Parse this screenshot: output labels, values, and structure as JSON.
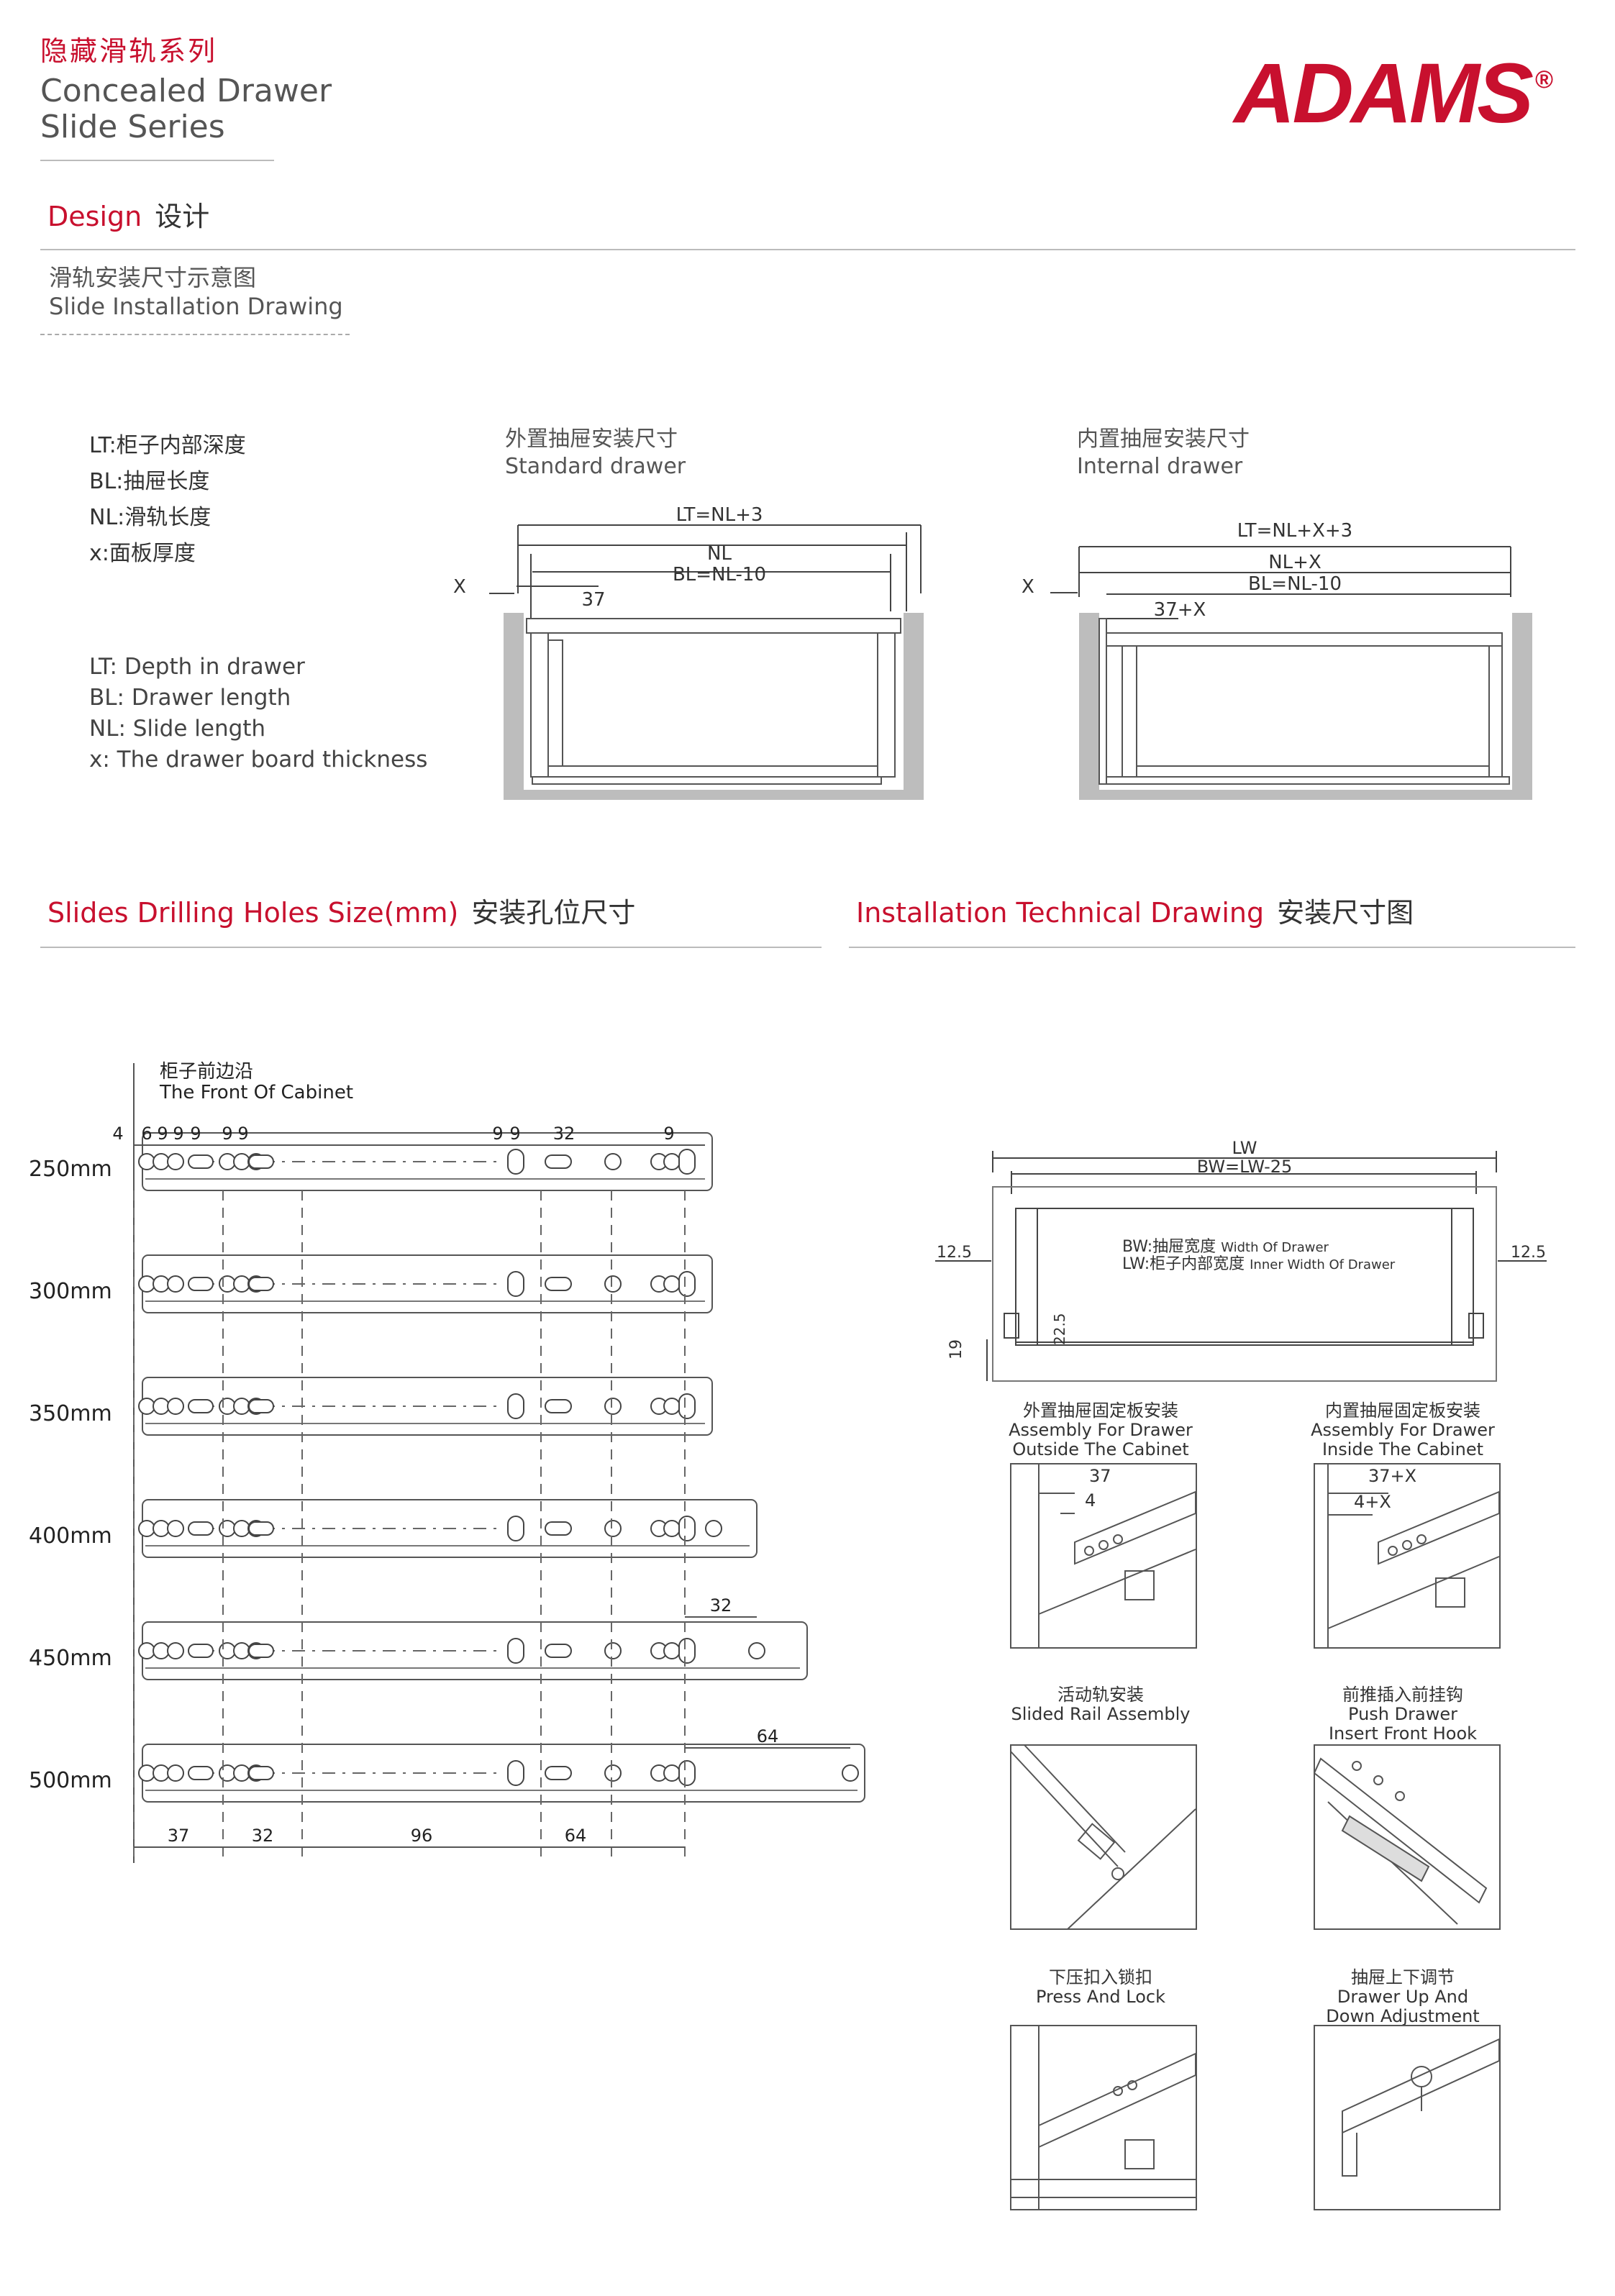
{
  "header": {
    "title_cn": "隐藏滑轨系列",
    "title_en_1": "Concealed Drawer",
    "title_en_2": "Slide Series",
    "logo": "ADAMS",
    "logo_mark": "®"
  },
  "design": {
    "title_en": "Design",
    "title_cn": "设计",
    "sub_cn": "滑轨安装尺寸示意图",
    "sub_en": "Slide Installation Drawing"
  },
  "legend_cn": [
    "LT:柜子内部深度",
    "BL:抽屉长度",
    "NL:滑轨长度",
    "x:面板厚度"
  ],
  "legend_en": [
    "LT: Depth in drawer",
    "BL: Drawer length",
    "NL: Slide length",
    "x: The drawer board thickness"
  ],
  "standard": {
    "title_cn": "外置抽屉安装尺寸",
    "title_en": "Standard drawer",
    "dims": [
      "LT=NL+3",
      "NL",
      "BL=NL-10",
      "37",
      "X"
    ]
  },
  "internal": {
    "title_cn": "内置抽屉安装尺寸",
    "title_en": "Internal drawer",
    "dims": [
      "LT=NL+X+3",
      "NL+X",
      "BL=NL-10",
      "37+X",
      "X"
    ]
  },
  "drill": {
    "title_en": "Slides Drilling Holes Size(mm)",
    "title_cn": "安装孔位尺寸",
    "front_cn": "柜子前边沿",
    "front_en": "The Front Of Cabinet",
    "top_dims": [
      "4",
      "6",
      "9",
      "9",
      "9",
      "9",
      "9",
      "9",
      "9",
      "32",
      "9"
    ],
    "bottom_dims": [
      "37",
      "32",
      "96",
      "64"
    ],
    "extra_dims": [
      "32",
      "64"
    ],
    "sizes": [
      "250mm",
      "300mm",
      "350mm",
      "400mm",
      "450mm",
      "500mm"
    ]
  },
  "install": {
    "title_en": "Installation Technical Drawing",
    "title_cn": "安装尺寸图",
    "lw": "LW",
    "bw": "BW=LW-25",
    "dim_left": "12.5",
    "dim_right": "12.5",
    "dim_19": "19",
    "dim_22": "22.5",
    "note_1_cn": "BW:抽屉宽度",
    "note_1_en": "Width Of Drawer",
    "note_2_cn": "LW:柜子内部宽度",
    "note_2_en": "Inner Width Of Drawer"
  },
  "steps": [
    {
      "cn": "外置抽屉固定板安装",
      "en1": "Assembly For Drawer",
      "en2": "Outside The Cabinet",
      "d1": "37",
      "d2": "4"
    },
    {
      "cn": "内置抽屉固定板安装",
      "en1": "Assembly For Drawer",
      "en2": "Inside The Cabinet",
      "d1": "37+X",
      "d2": "4+X"
    },
    {
      "cn": "活动轨安装",
      "en1": "Slided Rail Assembly",
      "en2": ""
    },
    {
      "cn": "前推插入前挂钩",
      "en1": "Push Drawer",
      "en2": "Insert Front Hook"
    },
    {
      "cn": "下压扣入锁扣",
      "en1": "Press And Lock",
      "en2": ""
    },
    {
      "cn": "抽屉上下调节",
      "en1": "Drawer Up And",
      "en2": "Down Adjustment"
    }
  ],
  "colors": {
    "brand": "#c8102e",
    "rule": "#bbbbbb",
    "cabinet": "#bdbdbd",
    "line": "#555555"
  }
}
